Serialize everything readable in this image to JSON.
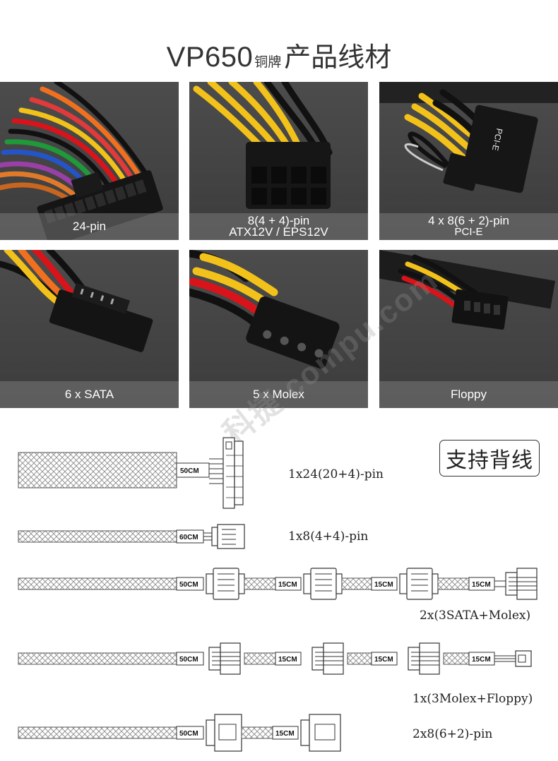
{
  "header": {
    "model": "VP650",
    "subtitle_small": "铜牌",
    "subtitle_big": "产品线材"
  },
  "tiles": [
    {
      "caption_line1": "24-pin",
      "caption_line2": ""
    },
    {
      "caption_line1": "8(4 + 4)-pin",
      "caption_line2": "ATX12V / EPS12V"
    },
    {
      "caption_line1": "4 x 8(6 + 2)-pin",
      "caption_line2": "PCI-E",
      "connector_text": "PCI-E"
    },
    {
      "caption_line1": "6 x SATA",
      "caption_line2": ""
    },
    {
      "caption_line1": "5 x Molex",
      "caption_line2": ""
    },
    {
      "caption_line1": "Floppy",
      "caption_line2": ""
    }
  ],
  "badge": "支持背线",
  "watermark": "科捷 compu.com",
  "cables": [
    {
      "label": "1x24(20+4)-pin",
      "segments": [
        "50CM"
      ]
    },
    {
      "label": "1x8(4+4)-pin",
      "segments": [
        "60CM"
      ]
    },
    {
      "label": "2x(3SATA+Molex)",
      "segments": [
        "50CM",
        "15CM",
        "15CM",
        "15CM"
      ]
    },
    {
      "label": "1x(3Molex+Floppy)",
      "segments": [
        "50CM",
        "15CM",
        "15CM",
        "15CM"
      ]
    },
    {
      "label": "2x8(6+2)-pin",
      "segments": [
        "50CM",
        "15CM"
      ]
    }
  ],
  "colors": {
    "tile_bg": "#444444",
    "wire_yellow": "#f3c21a",
    "wire_red": "#d8141a",
    "wire_black": "#111111",
    "mesh": "#8a8a8a"
  }
}
